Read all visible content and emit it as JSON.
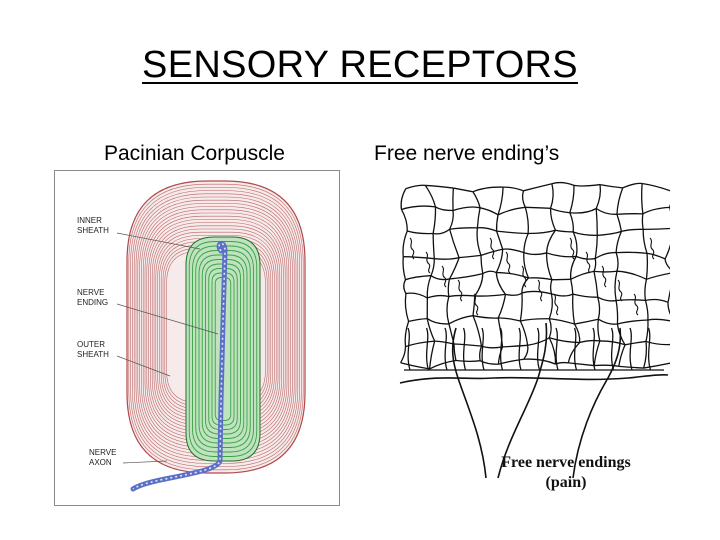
{
  "slide": {
    "title": "SENSORY RECEPTORS",
    "left_caption": "Pacinian Corpuscle",
    "right_caption": "Free nerve ending’s"
  },
  "pacinian": {
    "labels": {
      "inner_sheath": [
        "INNER",
        "SHEATH"
      ],
      "nerve_ending": [
        "NERVE",
        "ENDING"
      ],
      "outer_sheath": [
        "OUTER",
        "SHEATH"
      ],
      "nerve_axon": [
        "NERVE",
        "AXON"
      ]
    },
    "colors": {
      "outer_lines": "#b04a4a",
      "inner_fill": "#2e9a3a",
      "axon": "#5b6fc4"
    }
  },
  "free_nerve": {
    "caption_line1": "Free nerve endings",
    "caption_line2": "(pain)"
  }
}
